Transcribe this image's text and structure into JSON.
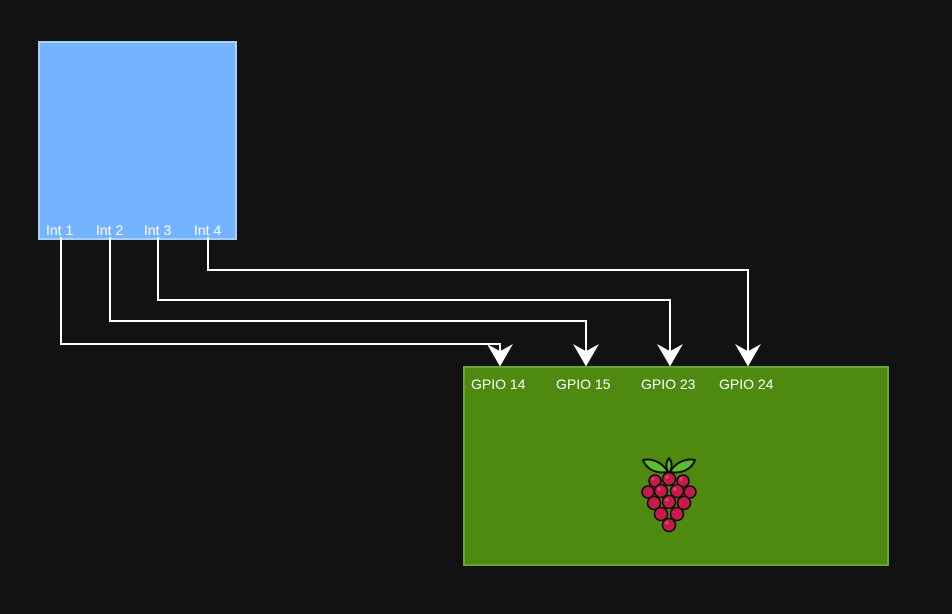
{
  "controller": {
    "pins": [
      {
        "label": "Int 1"
      },
      {
        "label": "Int 2"
      },
      {
        "label": "Int 3"
      },
      {
        "label": "Int 4"
      }
    ]
  },
  "raspberry_pi": {
    "pins": [
      {
        "label": "GPIO 14"
      },
      {
        "label": "GPIO 15"
      },
      {
        "label": "GPIO 23"
      },
      {
        "label": "GPIO 24"
      }
    ],
    "logo_icon": "raspberry-pi-icon"
  },
  "colors": {
    "background": "#121212",
    "controller_fill": "#73b3ff",
    "pi_fill": "#4d8a0f",
    "wire": "#ffffff"
  }
}
